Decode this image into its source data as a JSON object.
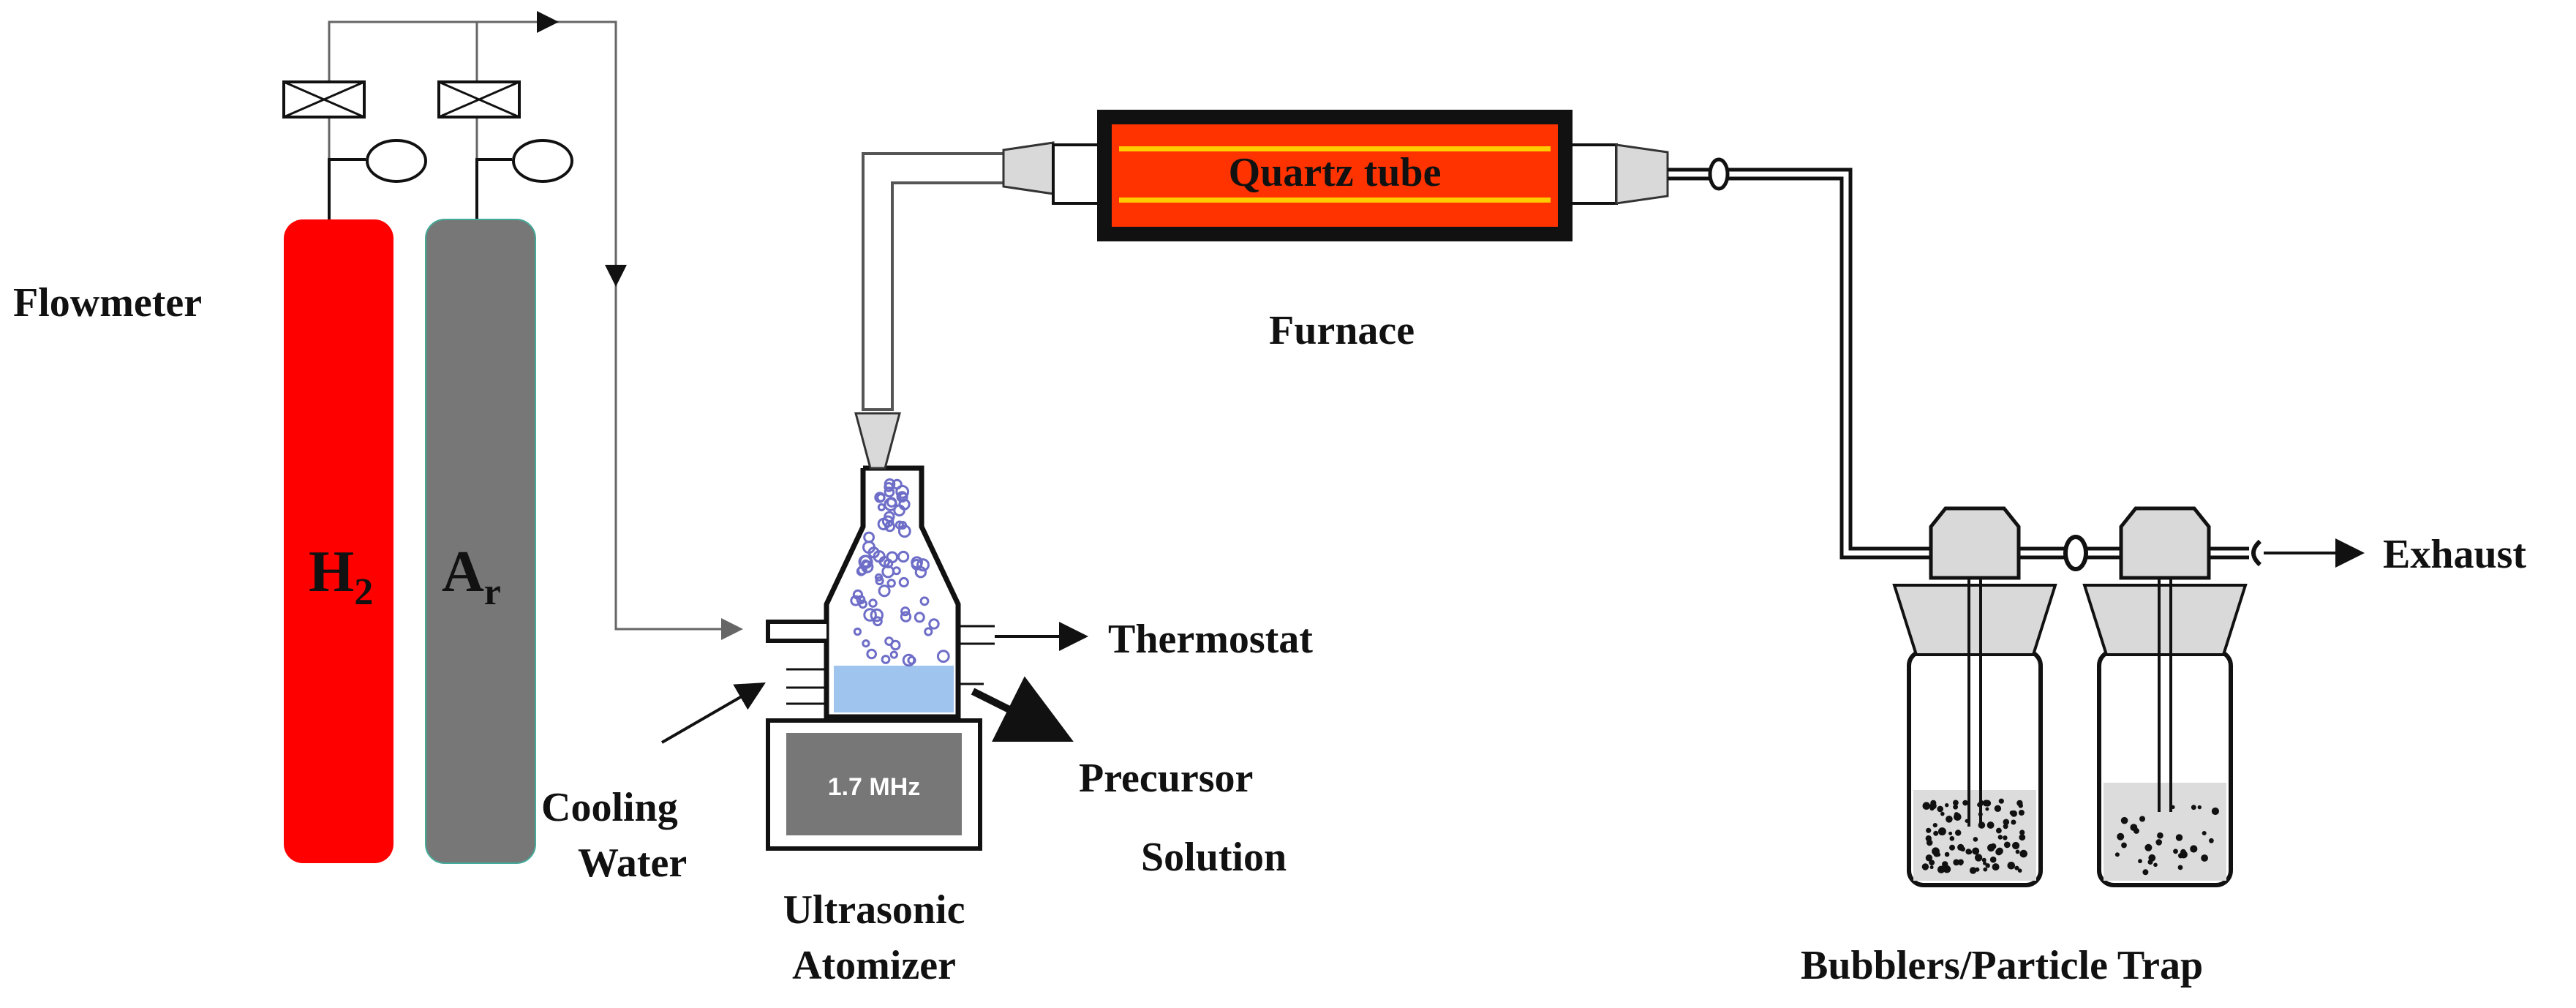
{
  "labels": {
    "flowmeter": "Flowmeter",
    "h2_base": "H",
    "h2_sub": "2",
    "ar_base": "A",
    "ar_sub": "r",
    "cooling_line1": "Cooling",
    "cooling_line2": "Water",
    "frequency": "1.7 MHz",
    "atomizer_line1": "Ultrasonic",
    "atomizer_line2": "Atomizer",
    "thermostat": "Thermostat",
    "precursor_line1": "Precursor",
    "precursor_line2": "Solution",
    "quartz_tube": "Quartz tube",
    "furnace": "Furnace",
    "exhaust": "Exhaust",
    "bubblers": "Bubblers/Particle Trap"
  },
  "colors": {
    "h2_cylinder": "#ff0000",
    "ar_cylinder": "#777777",
    "furnace_body": "#ff3300",
    "furnace_stripe": "#ffcc00",
    "solution": "#9fc5ee",
    "droplet": "#6e6ec8",
    "line": "#111111",
    "pipe": "#555555"
  },
  "icons": [
    "valve-icon",
    "gauge-icon",
    "arrow-icon",
    "ultrasonic-generator-icon"
  ]
}
